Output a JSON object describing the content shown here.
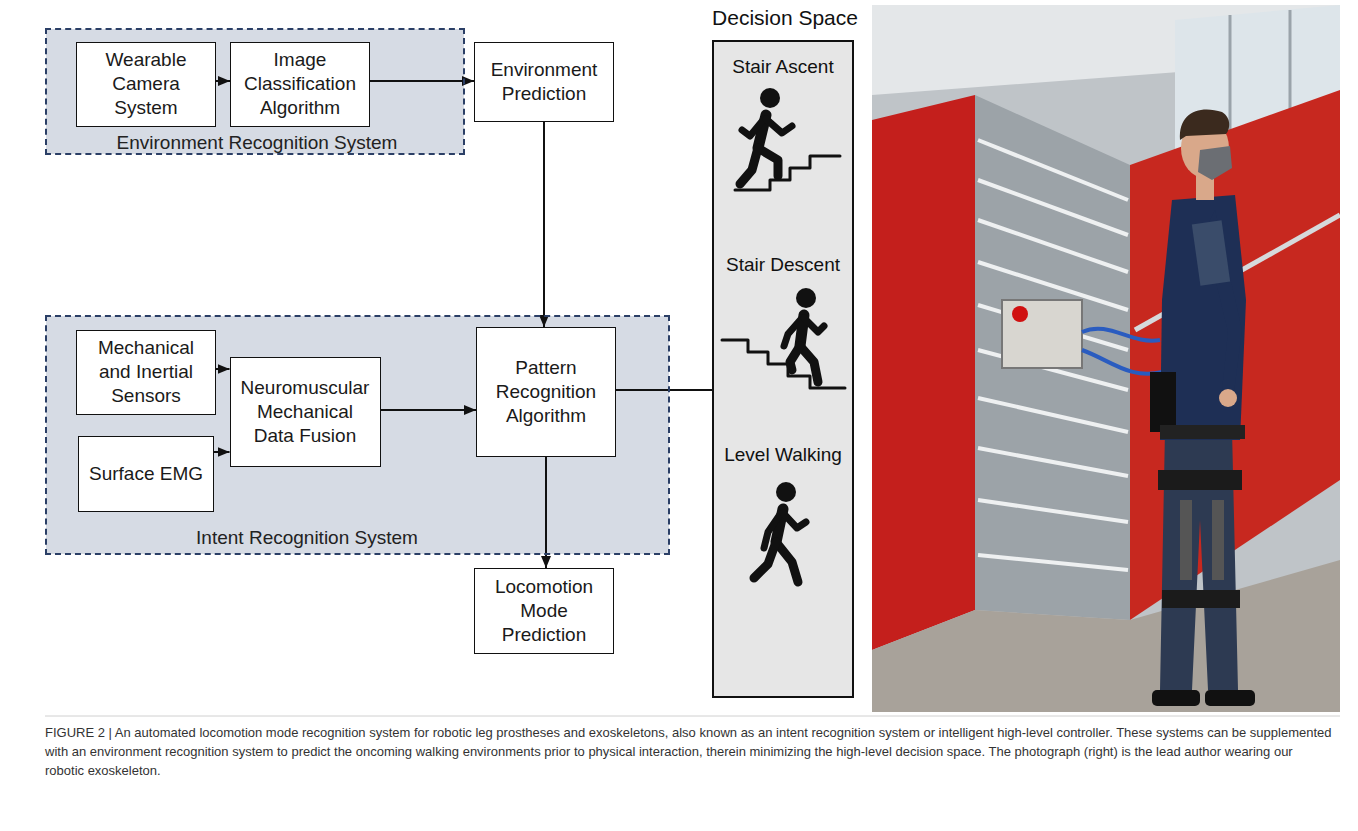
{
  "diagram": {
    "caption": "FIGURE 2 | An automated locomotion mode recognition system for robotic leg prostheses and exoskeletons, also known as an intent recognition system or intelligent high-level controller. These systems can be supplemented with an environment recognition system to predict the oncoming walking environments prior to physical interaction, therein minimizing the high-level decision space. The photograph (right) is the lead author wearing our robotic exoskeleton.",
    "nodes": [
      {
        "text": [
          "Environment Recognition System"
        ]
      },
      {
        "text": [
          "Wearable Camera System"
        ],
        "in": 0
      },
      {
        "text": [
          "Image Classification Algorithm"
        ],
        "in": 0
      },
      {
        "text": [
          "Environment Prediction"
        ]
      },
      {
        "text": [
          "Intent Recognition System"
        ]
      },
      {
        "text": [
          "Mechanical and Inertial Sensors"
        ],
        "in": 4
      },
      {
        "text": [
          "Surface EMG"
        ],
        "in": 4
      },
      {
        "text": [
          "Neuromuscular Mechanical Data Fusion"
        ],
        "in": 4
      },
      {
        "text": [
          "Pattern Recognition Algorithm"
        ],
        "in": 4
      },
      {
        "text": [
          "Locomotion Mode Prediction"
        ]
      },
      {
        "text": [
          "Decision Space",
          "Stair Ascent",
          "Stair Descent",
          "Level Walking"
        ]
      }
    ],
    "edges": [
      {
        "from": 1,
        "to": 2,
        "arrow": "to"
      },
      {
        "from": 2,
        "to": 3,
        "arrow": "to"
      },
      {
        "from": 3,
        "to": 8,
        "arrow": "to"
      },
      {
        "from": 5,
        "to": 7,
        "arrow": "to"
      },
      {
        "from": 6,
        "to": 7,
        "arrow": "to"
      },
      {
        "from": 7,
        "to": 8,
        "arrow": "to"
      },
      {
        "from": 8,
        "to": 9,
        "arrow": "to"
      },
      {
        "from": 8,
        "to": 10,
        "arrow": "none"
      }
    ]
  }
}
